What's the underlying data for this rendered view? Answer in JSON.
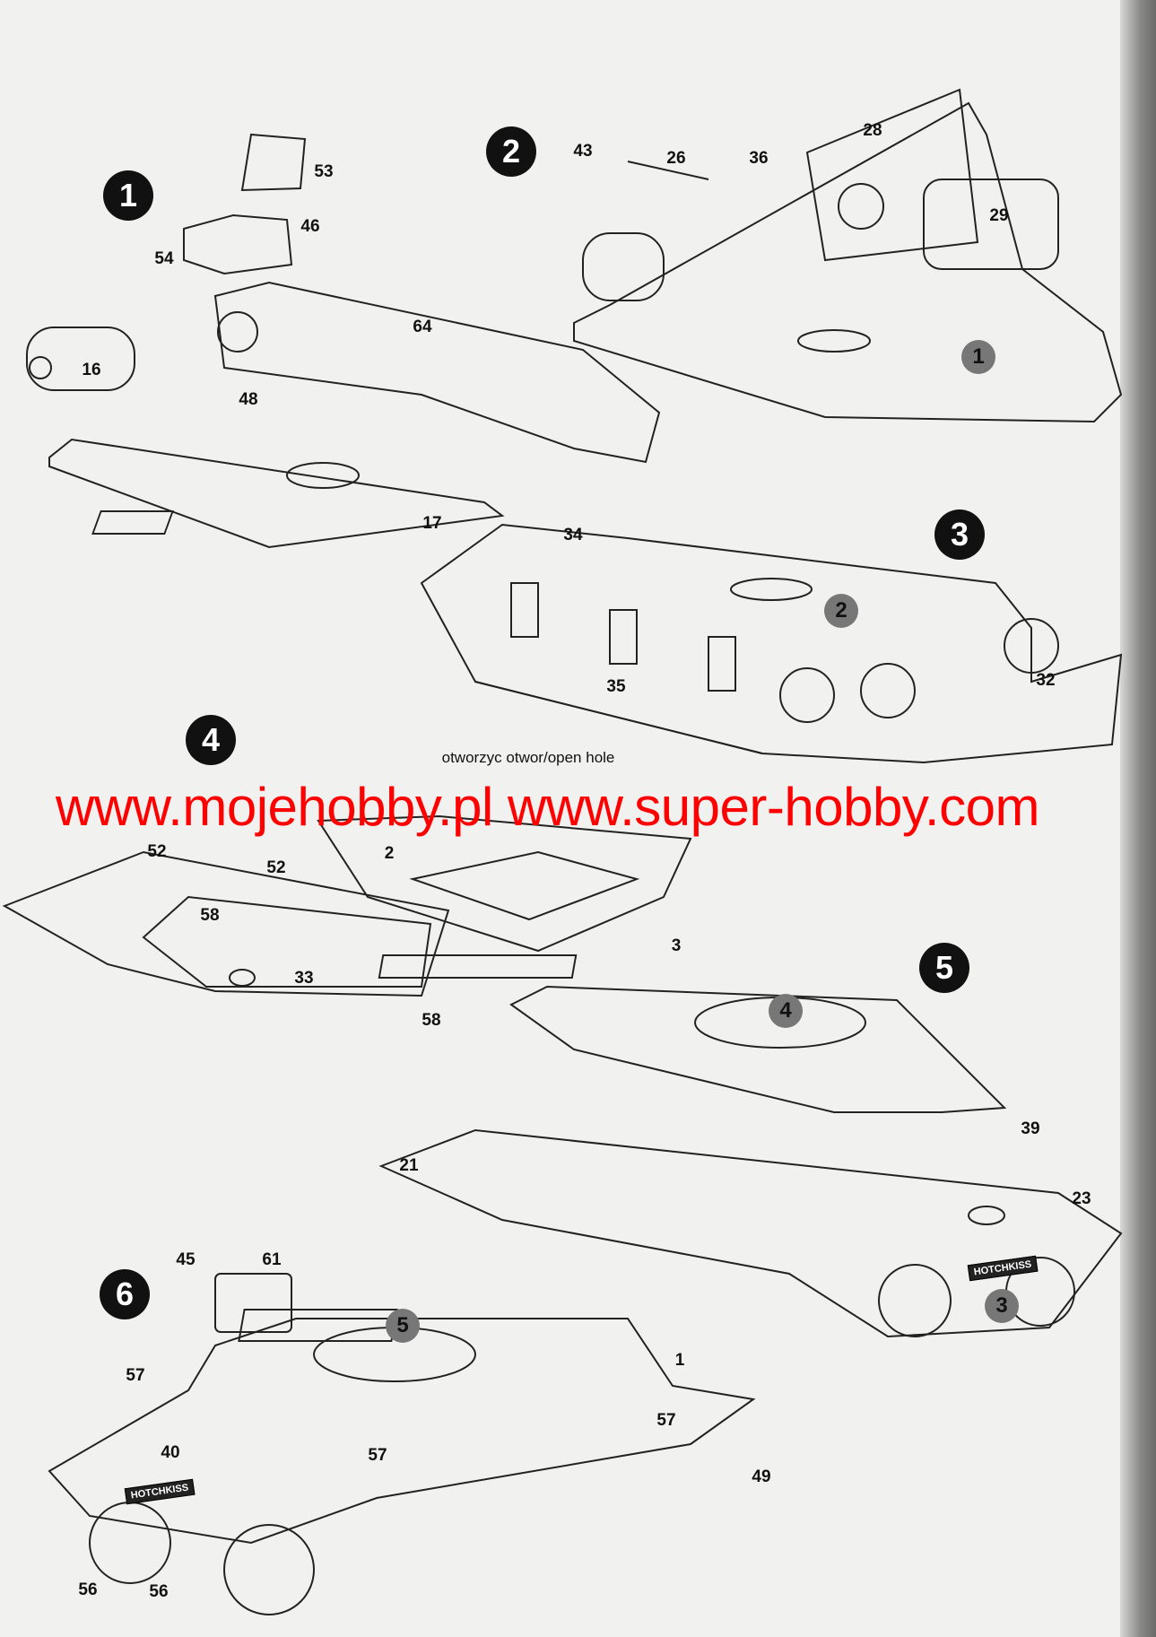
{
  "steps": {
    "s1": "1",
    "s2": "2",
    "s3": "3",
    "s4": "4",
    "s5": "5",
    "s6": "6"
  },
  "refs": {
    "r1": "1",
    "r2": "2",
    "r3": "3",
    "r4": "4",
    "r5": "5"
  },
  "parts": {
    "p53": "53",
    "p46": "46",
    "p54": "54",
    "p64": "64",
    "p16": "16",
    "p48": "48",
    "p17": "17",
    "p43": "43",
    "p26": "26",
    "p36": "36",
    "p28": "28",
    "p29": "29",
    "p34": "34",
    "p35": "35",
    "p32": "32",
    "p52a": "52",
    "p52b": "52",
    "p2": "2",
    "p58a": "58",
    "p33": "33",
    "p58b": "58",
    "p3": "3",
    "p39": "39",
    "p21": "21",
    "p23": "23",
    "p45": "45",
    "p61": "61",
    "p57a": "57",
    "p1": "1",
    "p57b": "57",
    "p40": "40",
    "p57c": "57",
    "p49": "49",
    "p56a": "56",
    "p56b": "56"
  },
  "note": "otworzyc otwor/open hole",
  "watermark": "www.mojehobby.pl www.super-hobby.com",
  "decal": "HOTCHKISS"
}
